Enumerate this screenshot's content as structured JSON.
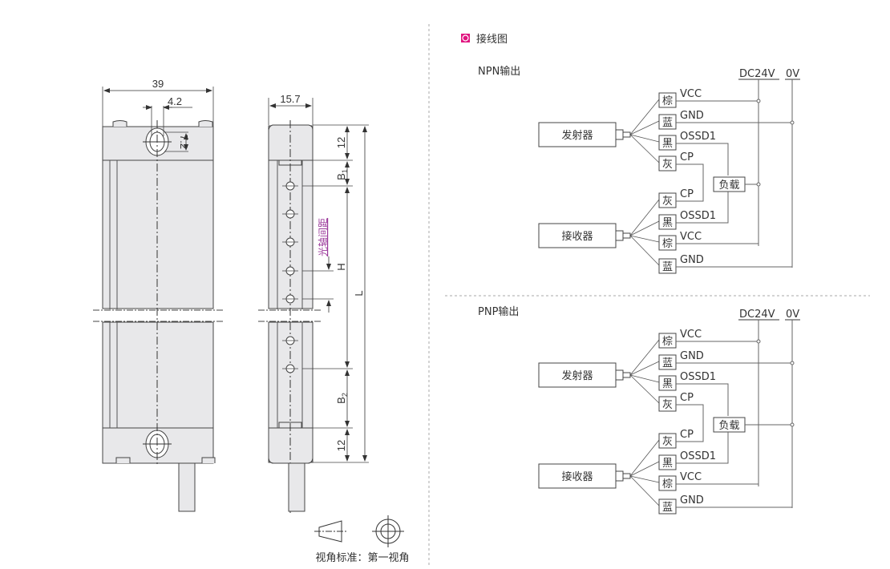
{
  "left_drawing": {
    "front_view": {
      "width_dim": "39",
      "slot_width_dim": "4.2",
      "slot_height_dim": "7.2"
    },
    "side_view": {
      "width_dim": "15.7",
      "top_cap_dim": "12",
      "bottom_cap_dim": "12",
      "b1_label": "B",
      "b1_sub": "1",
      "b2_label": "B",
      "b2_sub": "2",
      "pitch_label": "光轴间距",
      "h_label": "H",
      "l_label": "L"
    },
    "projection": {
      "caption": "视角标准：第一视角"
    }
  },
  "wiring": {
    "section_title": "接线图",
    "section_marker_color": "#e0147f",
    "pitch_label_color": "#9b3a9b",
    "diagrams": [
      {
        "title": "NPN输出",
        "rail_labels": [
          "DC24V",
          "0V"
        ],
        "emitter_label": "发射器",
        "receiver_label": "接收器",
        "load_label": "负载",
        "emitter_wires": [
          {
            "color": "棕",
            "signal": "VCC"
          },
          {
            "color": "蓝",
            "signal": "GND"
          },
          {
            "color": "黑",
            "signal": "OSSD1"
          },
          {
            "color": "灰",
            "signal": "CP"
          }
        ],
        "receiver_wires": [
          {
            "color": "灰",
            "signal": "CP"
          },
          {
            "color": "黑",
            "signal": "OSSD1"
          },
          {
            "color": "棕",
            "signal": "VCC"
          },
          {
            "color": "蓝",
            "signal": "GND"
          }
        ]
      },
      {
        "title": "PNP输出",
        "rail_labels": [
          "DC24V",
          "0V"
        ],
        "emitter_label": "发射器",
        "receiver_label": "接收器",
        "load_label": "负载",
        "emitter_wires": [
          {
            "color": "棕",
            "signal": "VCC"
          },
          {
            "color": "蓝",
            "signal": "GND"
          },
          {
            "color": "黑",
            "signal": "OSSD1"
          },
          {
            "color": "灰",
            "signal": "CP"
          }
        ],
        "receiver_wires": [
          {
            "color": "灰",
            "signal": "CP"
          },
          {
            "color": "黑",
            "signal": "OSSD1"
          },
          {
            "color": "棕",
            "signal": "VCC"
          },
          {
            "color": "蓝",
            "signal": "GND"
          }
        ]
      }
    ]
  }
}
